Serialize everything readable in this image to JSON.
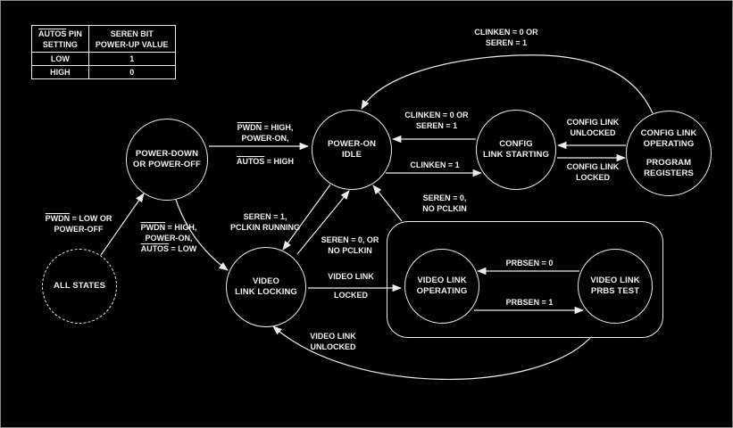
{
  "colors": {
    "background": "#000000",
    "stroke": "#ebebeb",
    "text": "#f0f0f0"
  },
  "table": {
    "header_col1_ov": "AUTOS",
    "header_col1_rest": " PIN",
    "header_col1_line2": "SETTING",
    "header_col2_line1": "SEREN BIT",
    "header_col2_line2": "POWER-UP VALUE",
    "rows": [
      {
        "setting": "LOW",
        "value": "1"
      },
      {
        "setting": "HIGH",
        "value": "0"
      }
    ]
  },
  "states": {
    "all_states": {
      "line1": "ALL STATES"
    },
    "power_down": {
      "line1": "POWER-DOWN",
      "line2": "OR POWER-OFF"
    },
    "power_on_idle": {
      "line1": "POWER-ON",
      "line2": "IDLE"
    },
    "config_link_starting": {
      "line1": "CONFIG",
      "line2": "LINK STARTING"
    },
    "config_link_operating": {
      "line1": "CONFIG LINK",
      "line2": "OPERATING",
      "line3": "PROGRAM",
      "line4": "REGISTERS"
    },
    "video_link_locking": {
      "line1": "VIDEO",
      "line2": "LINK LOCKING"
    },
    "video_link_operating": {
      "line1": "VIDEO LINK",
      "line2": "OPERATING"
    },
    "video_link_prbs": {
      "line1": "VIDEO LINK",
      "line2": "PRBS TEST"
    }
  },
  "transitions": {
    "all_to_powerdown": {
      "ov1": "PWDN",
      "rest1": " = LOW OR",
      "line2": "POWER-OFF"
    },
    "powerdown_to_idle": {
      "ov1": "PWDN",
      "rest1": " = HIGH,",
      "line2": "POWER-ON,",
      "ov3": "AUTOS",
      "rest3": " = HIGH"
    },
    "powerdown_to_locking": {
      "ov1": "PWDN",
      "rest1": " = HIGH,",
      "line2": "POWER-ON,",
      "ov3": "AUTOS",
      "rest3": " = LOW"
    },
    "idle_to_locking": {
      "line1": "SEREN = 1,",
      "line2": "PCLKIN RUNNING"
    },
    "locking_to_idle": {
      "line1": "SEREN = 0, OR",
      "line2": "NO PCLKIN"
    },
    "video_group_to_idle": {
      "line1": "SEREN = 0,",
      "line2": "NO PCLKIN"
    },
    "locking_to_operating": {
      "line1": "VIDEO LINK",
      "line2": "LOCKED"
    },
    "operating_to_prbs": {
      "label": "PRBSEN = 1"
    },
    "prbs_to_operating": {
      "label": "PRBSEN = 0"
    },
    "starting_to_idle": {
      "line1": "CLINKEN = 0 OR",
      "line2": "SEREN = 1"
    },
    "idle_to_starting": {
      "label": "CLINKEN = 1"
    },
    "cfg_operating_to_idle": {
      "line1": "CLINKEN = 0 OR",
      "line2": "SEREN = 1"
    },
    "cfg_operating_to_starting": {
      "line1": "CONFIG LINK",
      "line2": "UNLOCKED"
    },
    "starting_to_cfg_operating": {
      "line1": "CONFIG LINK",
      "line2": "LOCKED"
    },
    "video_group_to_locking": {
      "line1": "VIDEO LINK",
      "line2": "UNLOCKED"
    }
  }
}
